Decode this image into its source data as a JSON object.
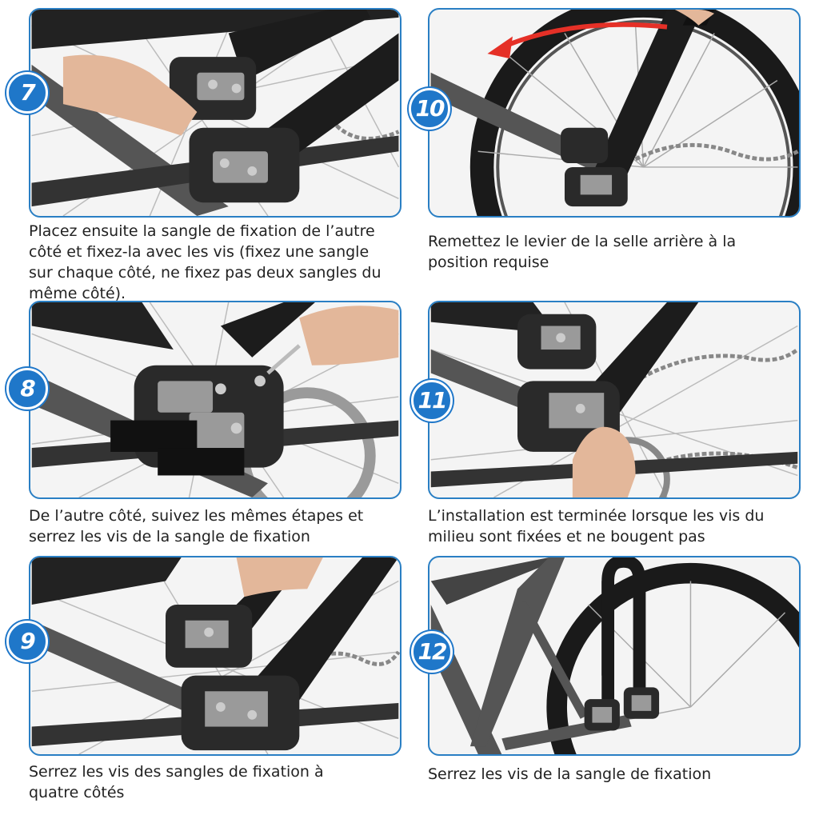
{
  "steps": [
    {
      "number": "7",
      "caption": "Placez ensuite la sangle de fixation de l’autre côté et fixez-la avec les vis (fixez une sangle sur chaque côté, ne fixez pas deux sangles du même côté)."
    },
    {
      "number": "10",
      "caption": "Remettez le levier de la selle arrière à la position requise"
    },
    {
      "number": "8",
      "caption": "De l’autre côté, suivez les mêmes étapes et serrez les vis de la sangle de fixation"
    },
    {
      "number": "11",
      "caption": "L’installation est terminée lorsque les vis du milieu sont fixées et ne bougent pas"
    },
    {
      "number": "9",
      "caption": "Serrez les vis des sangles de fixation à quatre côtés"
    },
    {
      "number": "12",
      "caption": "Serrez les vis de la sangle de fixation"
    }
  ],
  "colors": {
    "frame_border": "#2a7fc4",
    "badge": "#1f77c9",
    "caption_text": "#222222",
    "arrow": "#e53027"
  },
  "icons": {
    "step_badge": "circle-number-icon",
    "motion_arrow": "curved-arrow-icon"
  }
}
